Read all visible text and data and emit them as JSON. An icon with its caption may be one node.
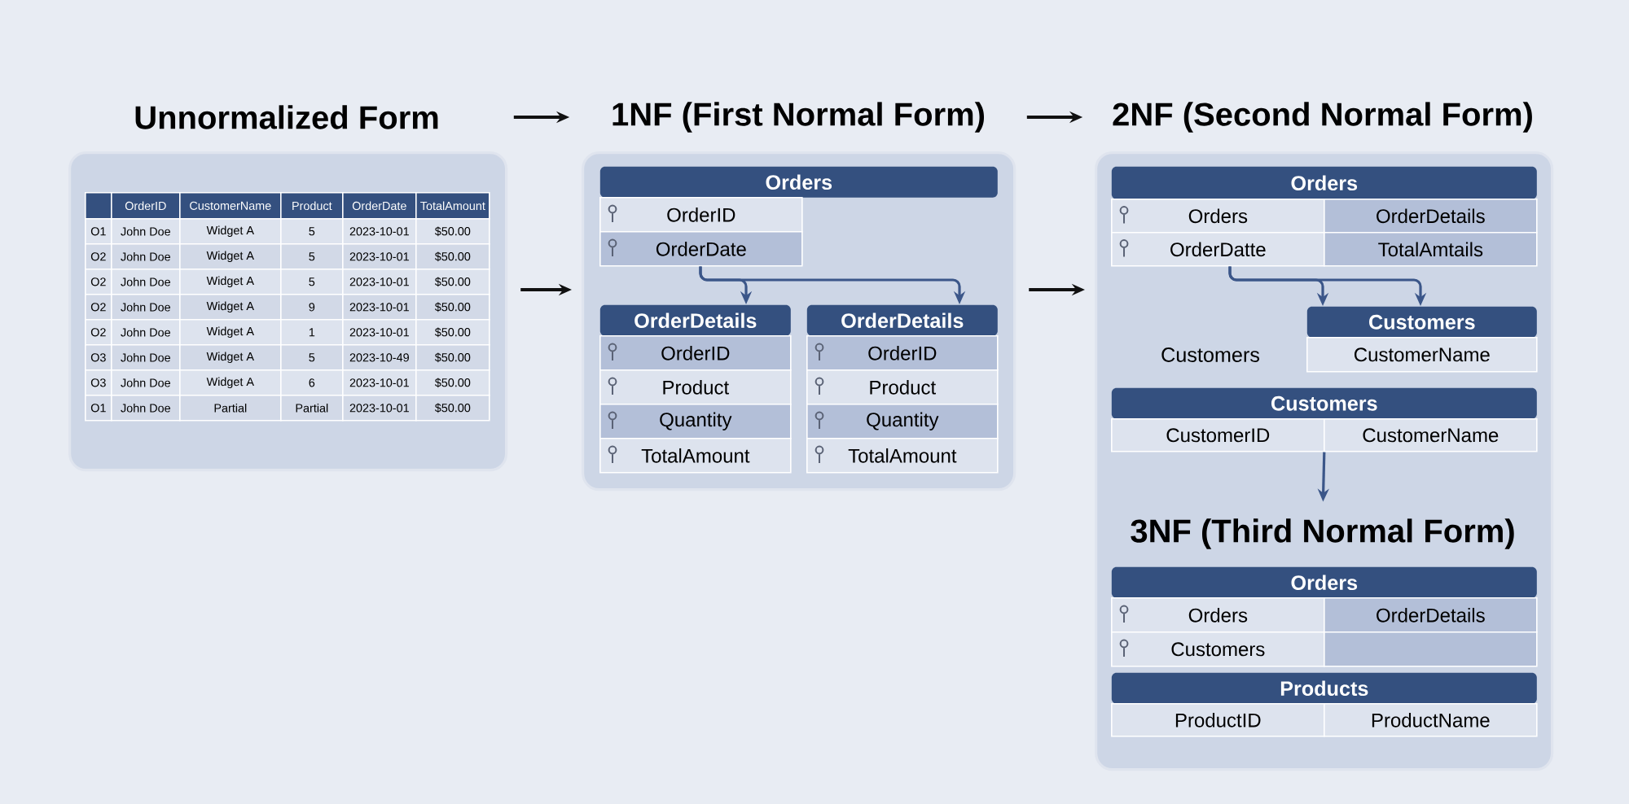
{
  "diagram": {
    "nodes": [
      {
        "text": [
          "Unnormalized Form"
        ]
      },
      {
        "text": [
          "1NF (First Normal Form)"
        ]
      },
      {
        "text": [
          "2NF (Second Normal Form)"
        ]
      },
      {
        "text": [],
        "shape": "box"
      },
      {
        "text": [
          "OrderID",
          "CustomerName",
          "Product",
          "OrderDate",
          "TotalAmount",
          "O1",
          "John Doe",
          "Widget A",
          "5",
          "2023-10-01",
          "$50.00",
          "O2",
          "John Doe",
          "Widget A",
          "5",
          "2023-10-01",
          "$50.00",
          "O2",
          "John Doe",
          "Widget A",
          "5",
          "2023-10-01",
          "$50.00",
          "O2",
          "John Doe",
          "Widget A",
          "9",
          "2023-10-01",
          "$50.00",
          "O2",
          "John Doe",
          "Widget A",
          "1",
          "2023-10-01",
          "$50.00",
          "O3",
          "John Doe",
          "Widget A",
          "5",
          "2023-10-49",
          "$50.00",
          "O3",
          "John Doe",
          "Widget A",
          "6",
          "2023-10-01",
          "$50.00",
          "O1",
          "John Doe",
          "Partial",
          "Partial",
          "2023-10-01",
          "$50.00"
        ],
        "in": 3
      },
      {
        "text": [],
        "shape": "box"
      },
      {
        "text": [
          "Orders",
          "OrderID",
          "OrderDate"
        ],
        "in": 5
      },
      {
        "text": [
          "OrderDetails",
          "OrderID",
          "Product",
          "Quantity",
          "TotalAmount"
        ],
        "in": 5
      },
      {
        "text": [
          "OrderDetails",
          "OrderID",
          "Product",
          "Quantity",
          "TotalAmount"
        ],
        "in": 5
      },
      {
        "text": [],
        "shape": "box"
      },
      {
        "text": [
          "Orders",
          "Orders",
          "OrderDetails",
          "OrderDatte",
          "TotalAmtails"
        ],
        "in": 9
      },
      {
        "text": [
          "Customers",
          "CustomerName"
        ],
        "in": 9
      },
      {
        "text": [
          "Customers",
          "CustomerID",
          "CustomerName"
        ],
        "in": 9
      },
      {
        "text": [
          "3NF (Third Normal Form)"
        ],
        "in": 9
      },
      {
        "text": [
          "Orders",
          "Orders",
          "OrderDetails",
          "Customers"
        ],
        "in": 9
      },
      {
        "text": [
          "Products",
          "ProductID",
          "ProductName"
        ],
        "in": 9
      }
    ],
    "edges": [
      {
        "from": 0,
        "to": 1,
        "arrow": "to",
        "color": "#111111"
      },
      {
        "from": 1,
        "to": 2,
        "arrow": "to",
        "color": "#111111"
      },
      {
        "from": 3,
        "to": 5,
        "arrow": "to",
        "color": "#111111"
      },
      {
        "from": 5,
        "to": 9,
        "arrow": "to",
        "color": "#111111"
      },
      {
        "from": 6,
        "to": 7,
        "arrow": "to"
      },
      {
        "from": 6,
        "to": 8,
        "arrow": "to"
      },
      {
        "from": 10,
        "to": 11,
        "arrow": "to"
      },
      {
        "from": 10,
        "to": 11,
        "arrow": "to"
      },
      {
        "from": 12,
        "to": 13,
        "arrow": "to"
      }
    ],
    "labels": [
      "Customers"
    ]
  }
}
